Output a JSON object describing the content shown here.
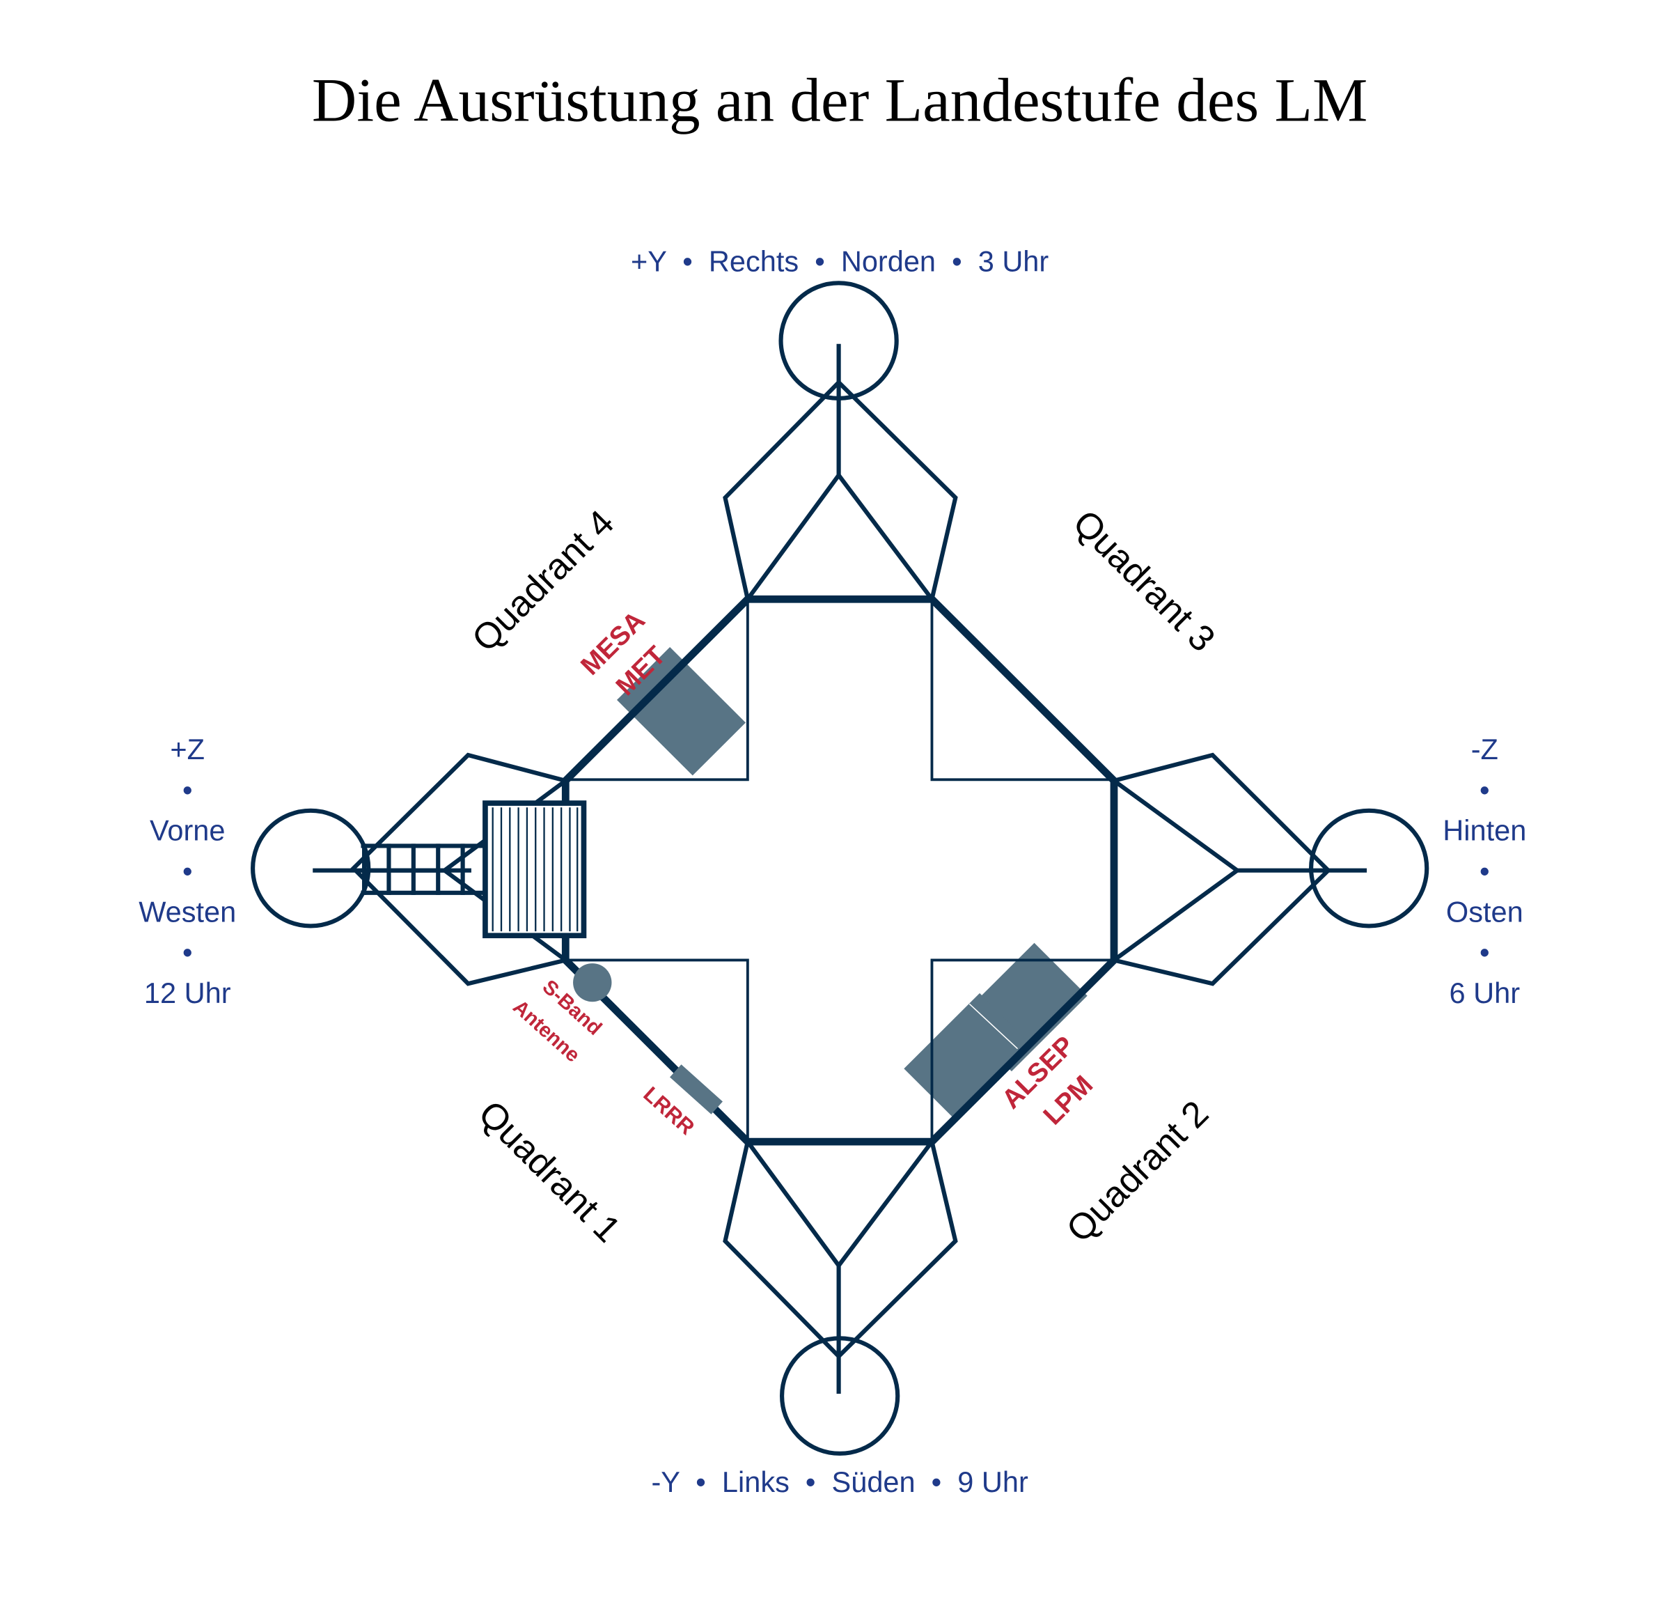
{
  "title": "Die Ausrüstung an der Landestufe des LM",
  "directions": {
    "top": "+Y  •  Rechts  •  Norden  •  3 Uhr",
    "bottom": "-Y  •  Links  •  Süden  •  9 Uhr",
    "left": [
      "+Z",
      "•",
      "Vorne",
      "•",
      "Westen",
      "•",
      "12 Uhr"
    ],
    "right": [
      "-Z",
      "•",
      "Hinten",
      "•",
      "Osten",
      "•",
      "6 Uhr"
    ]
  },
  "quadrants": [
    "Quadrant 1",
    "Quadrant 2",
    "Quadrant 3",
    "Quadrant 4"
  ],
  "equipment": {
    "mesa": "MESA",
    "met": "MET",
    "alsep": "ALSEP",
    "lpm": "LPM",
    "sband1": "S-Band",
    "sband2": "Antenne",
    "lrrr": "LRRR"
  },
  "colors": {
    "structure": "#042a4a",
    "equipment": "#587485",
    "label": "#c0263a",
    "direction": "#1f3a8a"
  }
}
